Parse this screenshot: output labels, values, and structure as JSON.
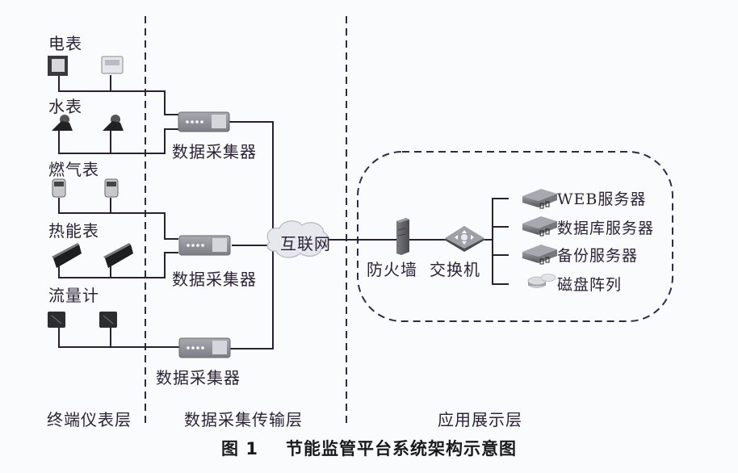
{
  "figure": {
    "caption_number": "图 1",
    "caption_title": "节能监管平台系统架构示意图"
  },
  "layers": [
    {
      "id": "terminal",
      "label": "终端仪表层"
    },
    {
      "id": "collection",
      "label": "数据采集传输层"
    },
    {
      "id": "application",
      "label": "应用展示层"
    }
  ],
  "meters": [
    {
      "label": "电表",
      "icon": "electric-meter-icon"
    },
    {
      "label": "水表",
      "icon": "water-meter-icon"
    },
    {
      "label": "燃气表",
      "icon": "gas-meter-icon"
    },
    {
      "label": "热能表",
      "icon": "heat-meter-icon"
    },
    {
      "label": "流量计",
      "icon": "flow-meter-icon"
    }
  ],
  "collectors": [
    {
      "label": "数据采集器",
      "serves": [
        "电表",
        "水表"
      ]
    },
    {
      "label": "数据采集器",
      "serves": [
        "燃气表",
        "热能表"
      ]
    },
    {
      "label": "数据采集器",
      "serves": [
        "流量计"
      ]
    }
  ],
  "network": {
    "internet_label": "互联网",
    "firewall_label": "防火墙",
    "switch_label": "交换机"
  },
  "servers": [
    {
      "label": "WEB服务器",
      "icon": "server-icon"
    },
    {
      "label": "数据库服务器",
      "icon": "server-icon"
    },
    {
      "label": "备份服务器",
      "icon": "server-icon"
    },
    {
      "label": "磁盘阵列",
      "icon": "disk-array-icon"
    }
  ],
  "colors": {
    "line": "#2a2035",
    "dash": "#2e2a4a",
    "device_gray": "#8a8a92",
    "device_dark": "#2b2b2b"
  }
}
